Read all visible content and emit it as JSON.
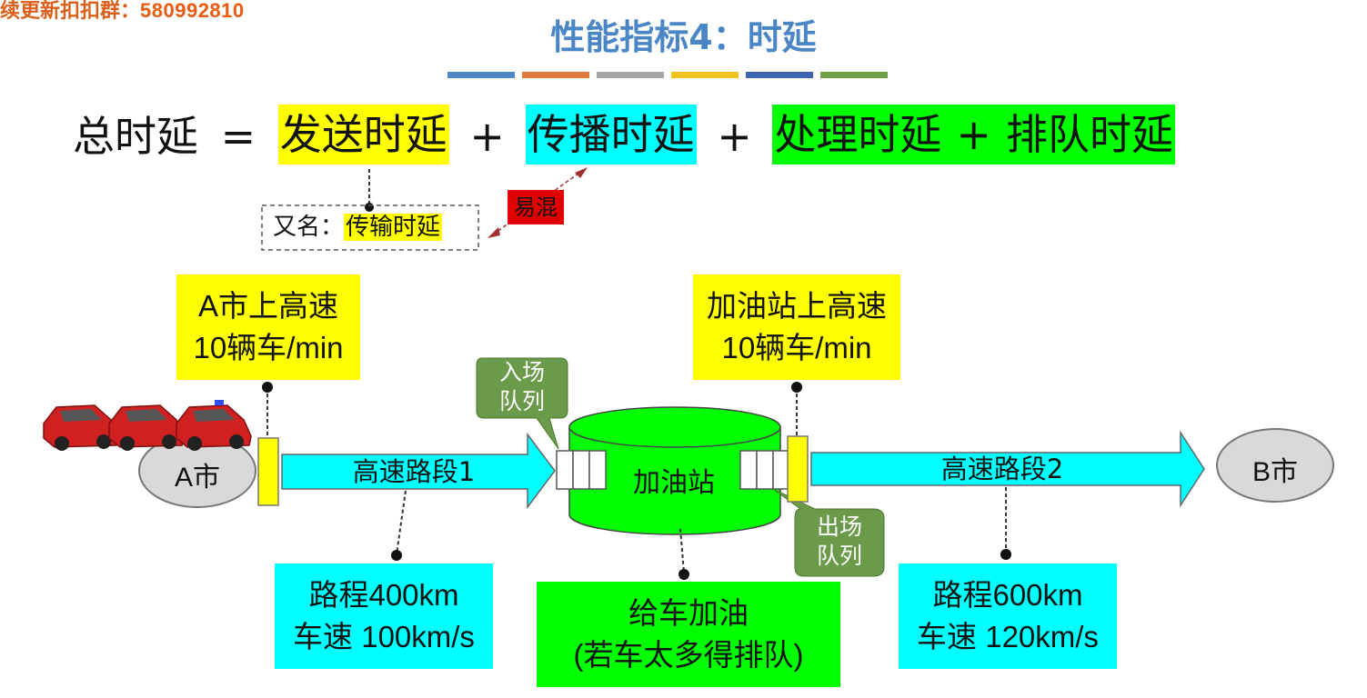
{
  "watermark": {
    "prefix": "续更新扣扣群：",
    "number": "580992810"
  },
  "title": "性能指标4：时延",
  "color_bar": [
    "#4f86c6",
    "#e07a3a",
    "#a6a6a6",
    "#f0c21a",
    "#3e63b0",
    "#6ea046"
  ],
  "formula": {
    "total": "总时延",
    "equals": "=",
    "plus": "+",
    "send": "发送时延",
    "propagate": "传播时延",
    "process": "处理时延",
    "queue": "排队时延"
  },
  "alias": {
    "prefix": "又名：",
    "name": "传输时延"
  },
  "confusing_tag": "易混",
  "city_a": "A市",
  "city_b": "B市",
  "a_onramp": {
    "line1": "A市上高速",
    "line2": "10辆车/min"
  },
  "station_onramp": {
    "line1": "加油站上高速",
    "line2": "10辆车/min"
  },
  "road1": "高速路段1",
  "road2": "高速路段2",
  "station": "加油站",
  "entry_queue": {
    "line1": "入场",
    "line2": "队列"
  },
  "exit_queue": {
    "line1": "出场",
    "line2": "队列"
  },
  "road1_info": {
    "line1": "路程400km",
    "line2": "车速 100km/s"
  },
  "road2_info": {
    "line1": "路程600km",
    "line2": "车速 120km/s"
  },
  "refuel_info": {
    "line1": "给车加油",
    "line2": "(若车太多得排队)"
  }
}
